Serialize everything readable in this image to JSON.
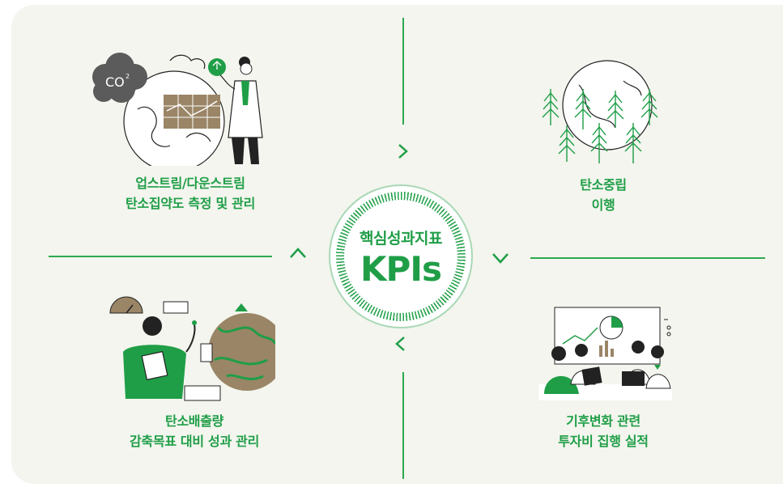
{
  "center": {
    "subtitle": "핵심성과지표",
    "title": "KPIs"
  },
  "items": {
    "top_left": {
      "line1": "업스트림/다운스트림",
      "line2": "탄소집약도 측정 및 관리"
    },
    "top_right": {
      "line1": "탄소중립",
      "line2": "이행"
    },
    "bottom_left": {
      "line1": "탄소배출량",
      "line2": "감축목표 대비 성과 관리"
    },
    "bottom_right": {
      "line1": "기후변화 관련",
      "line2": "투자비 집행 실적"
    }
  },
  "illustration_text": {
    "co2": "CO",
    "co2_sup": "2"
  },
  "arrows": {
    "top": "›",
    "right": "⌄",
    "bottom": "‹",
    "left": "^"
  },
  "colors": {
    "accent": "#1f9e47",
    "panel": "#f3f5ee",
    "brown": "#9a8566",
    "dark": "#222222"
  }
}
